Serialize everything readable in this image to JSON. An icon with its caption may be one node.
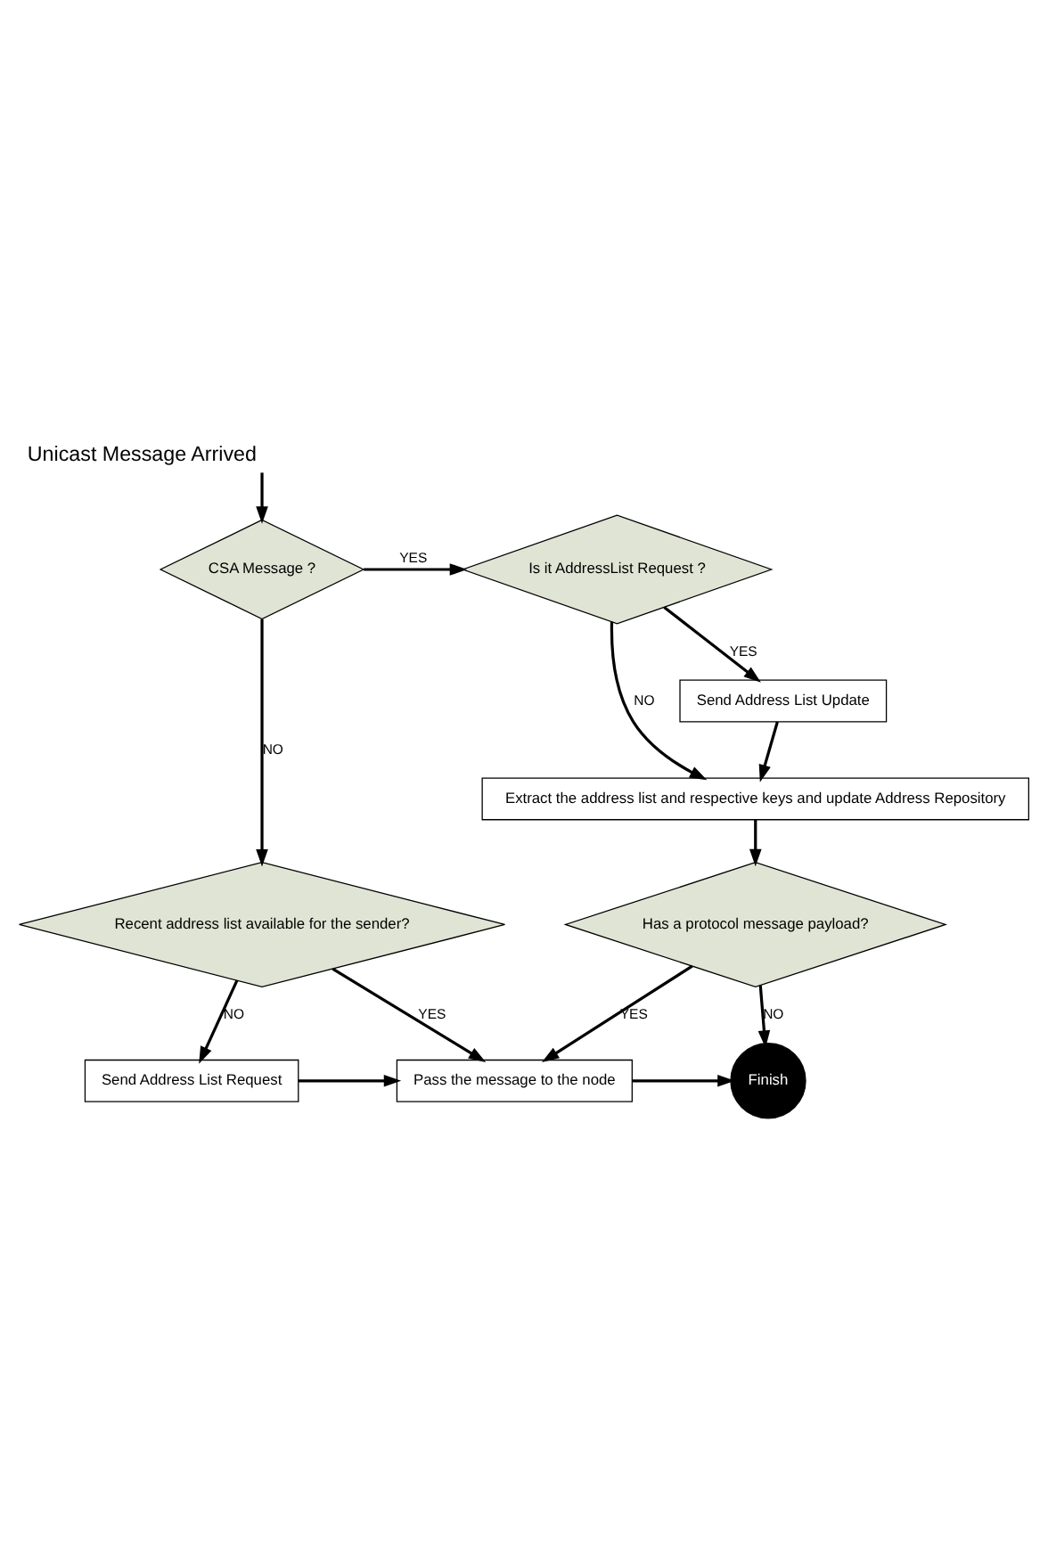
{
  "diagram": {
    "title": "Unicast Message Arrived",
    "nodes": [
      {
        "text": [
          "CSA Message ?"
        ]
      },
      {
        "text": [
          "Is it AddressList Request ?"
        ]
      },
      {
        "text": [
          "Send Address List Update"
        ]
      },
      {
        "text": [
          "Extract the address list and respective keys and update Address Repository"
        ]
      },
      {
        "text": [
          "Recent address list available for the sender?"
        ]
      },
      {
        "text": [
          "Has a protocol message payload?"
        ]
      },
      {
        "text": [
          "Send Address List Request"
        ]
      },
      {
        "text": [
          "Pass the message to the node"
        ]
      },
      {
        "text": [
          "Finish"
        ]
      }
    ],
    "edges": [
      {
        "from": null,
        "to": 0,
        "arrow": "to"
      },
      {
        "from": 0,
        "to": 1,
        "arrow": "to",
        "label": "YES"
      },
      {
        "from": 1,
        "to": 2,
        "arrow": "to",
        "label": "YES"
      },
      {
        "from": 1,
        "to": 3,
        "arrow": "to",
        "label": "NO"
      },
      {
        "from": 2,
        "to": 3,
        "arrow": "to"
      },
      {
        "from": 0,
        "to": 4,
        "arrow": "to",
        "label": "NO"
      },
      {
        "from": 3,
        "to": 5,
        "arrow": "to"
      },
      {
        "from": 4,
        "to": 6,
        "arrow": "to",
        "label": "NO"
      },
      {
        "from": 4,
        "to": 7,
        "arrow": "to",
        "label": "YES"
      },
      {
        "from": 5,
        "to": 7,
        "arrow": "to",
        "label": "YES"
      },
      {
        "from": 5,
        "to": 8,
        "arrow": "to",
        "label": "NO"
      },
      {
        "from": 6,
        "to": 7,
        "arrow": "to"
      },
      {
        "from": 7,
        "to": 8,
        "arrow": "to"
      }
    ]
  }
}
